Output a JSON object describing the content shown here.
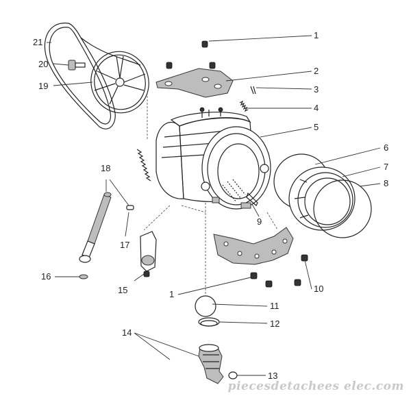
{
  "callouts": [
    {
      "id": "c1a",
      "text": "1"
    },
    {
      "id": "c2",
      "text": "2"
    },
    {
      "id": "c3",
      "text": "3"
    },
    {
      "id": "c4",
      "text": "4"
    },
    {
      "id": "c5",
      "text": "5"
    },
    {
      "id": "c6",
      "text": "6"
    },
    {
      "id": "c7",
      "text": "7"
    },
    {
      "id": "c8",
      "text": "8"
    },
    {
      "id": "c9",
      "text": "9"
    },
    {
      "id": "c10",
      "text": "10"
    },
    {
      "id": "c11",
      "text": "11"
    },
    {
      "id": "c12",
      "text": "12"
    },
    {
      "id": "c13",
      "text": "13"
    },
    {
      "id": "c14",
      "text": "14"
    },
    {
      "id": "c15",
      "text": "15"
    },
    {
      "id": "c16",
      "text": "16"
    },
    {
      "id": "c17",
      "text": "17"
    },
    {
      "id": "c18",
      "text": "18"
    },
    {
      "id": "c19",
      "text": "19"
    },
    {
      "id": "c20",
      "text": "20"
    },
    {
      "id": "c21",
      "text": "21"
    },
    {
      "id": "c1b",
      "text": "1"
    }
  ],
  "watermark": "piecesdetachees elec.com"
}
